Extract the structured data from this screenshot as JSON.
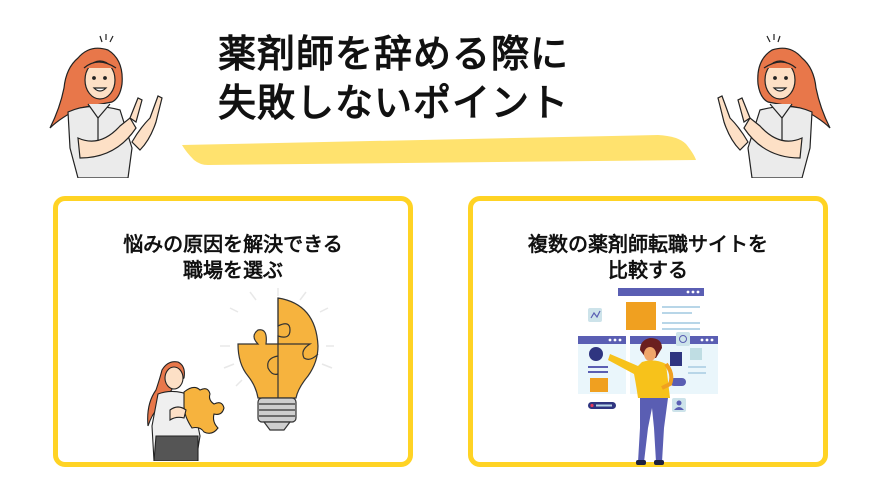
{
  "header": {
    "title_lines": [
      "薬剤師を辞める際に",
      "失敗しないポイント"
    ],
    "underline_color": "#FFE26E"
  },
  "figures": {
    "left": {
      "icon": "woman-pointing-right-icon"
    },
    "right": {
      "icon": "woman-pointing-left-icon"
    }
  },
  "cards": [
    {
      "title_lines": [
        "悩みの原因を解決できる",
        "職場を選ぶ"
      ],
      "illustration": "woman-holding-puzzle-lightbulb-icon"
    },
    {
      "title_lines": [
        "複数の薬剤師転職サイトを",
        "比較する"
      ],
      "illustration": "man-comparing-websites-icon"
    }
  ],
  "colors": {
    "card_border": "#FFD324",
    "puzzle_orange": "#F6B33E",
    "ui_purple": "#5A5EB3",
    "ui_orange": "#F0A020",
    "hair": "#E8774A"
  }
}
